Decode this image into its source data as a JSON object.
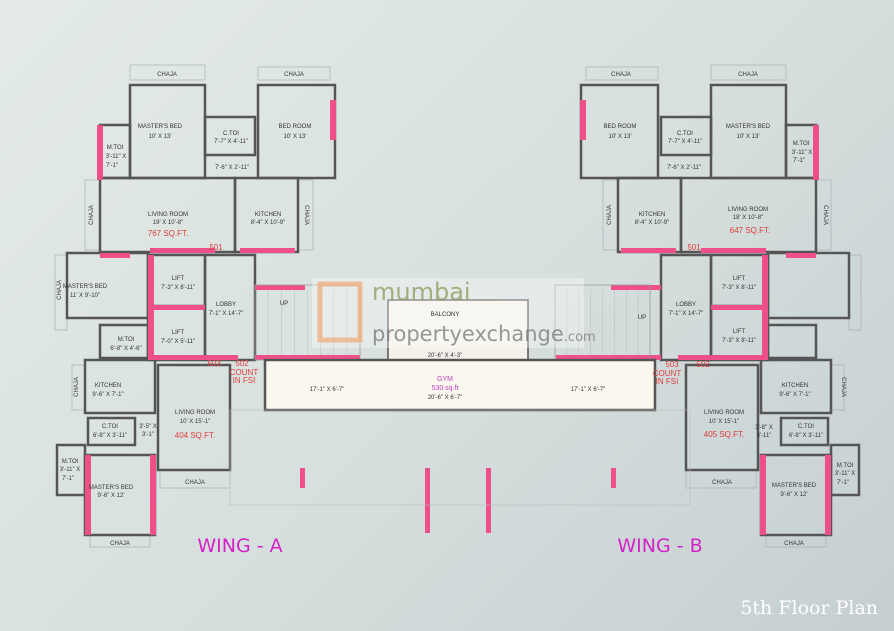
{
  "title": "5th Floor Plan",
  "watermark": {
    "line1": "mumbai",
    "line2": "propertyexchange",
    "suffix": ".com"
  },
  "colors": {
    "wall": "#555555",
    "highlight_wall": "#f0508a",
    "wing_label": "#d422c8",
    "area_label": "#e03b3b",
    "gym_fill": "#fbf8ef"
  },
  "wing_a": {
    "label": "WING - A",
    "chaja": "CHAJA",
    "rooms": [
      {
        "name": "MASTER'S BED",
        "size": "10' X 13'"
      },
      {
        "name": "M.TOI",
        "size1": "3'-11\" X",
        "size2": "7'-1\""
      },
      {
        "name": "C.TOI",
        "size": "7'-7\" X 4'-11\""
      },
      {
        "name": "",
        "size": "7'-6\" X 2'-11\""
      },
      {
        "name": "BED ROOM",
        "size": "10' X 13'"
      },
      {
        "name": "LIVING ROOM",
        "size": "19' X 10'-8\"",
        "area": "767 SQ.FT."
      },
      {
        "name": "KITCHEN",
        "size": "8'-4\" X 10'-9\""
      },
      {
        "name": "MASTER'S BED",
        "size": "11' X 9'-10\""
      },
      {
        "name": "LIFT",
        "size": "7'-3\" X 8'-11\""
      },
      {
        "name": "LIFT",
        "size": "7'-0\" X 5'-11\""
      },
      {
        "name": "LOBBY",
        "size": "7'-1\" X 14'-7\""
      },
      {
        "name": "M.TOI",
        "size": "6'-8\" X 4'-6\""
      },
      {
        "name": "KITCHEN",
        "size": "9'-6\" X 7'-1\""
      },
      {
        "name": "LIVING ROOM",
        "size": "10' X 15'-1\"",
        "area": "404 SQ.FT."
      },
      {
        "name": "C.TOI",
        "size": "6'-8\" X 3'-11\""
      },
      {
        "name": "",
        "size1": "3'-5\" X",
        "size2": "3'-1\""
      },
      {
        "name": "M.TOI",
        "size1": "3'-11\" X",
        "size2": "7'-1\""
      },
      {
        "name": "MASTER'S BED",
        "size": "9'-6\" X 12'"
      }
    ],
    "units": {
      "u501": "501",
      "u503": "503",
      "u502": "502",
      "fsi1": "COUNT",
      "fsi2": "IN FSI"
    }
  },
  "center": {
    "up": "UP",
    "balcony": "BALCONY",
    "balcony_size": "20'-6\" X 4'-3\"",
    "gym": "GYM",
    "gym_area": "530 sq.ft",
    "gym_size": "20'-6\" X 6'-7\"",
    "side_size": "17'-1\" X 6'-7\""
  },
  "wing_b": {
    "label": "WING - B",
    "chaja": "CHAJA",
    "rooms": [
      {
        "name": "MASTER'S BED",
        "size": "10' X 13'"
      },
      {
        "name": "M.TOI",
        "size1": "3'-11\" X",
        "size2": "7'-1\""
      },
      {
        "name": "C.TOI",
        "size": "7'-7\" X 4'-11\""
      },
      {
        "name": "",
        "size": "7'-6\" X 2'-11\""
      },
      {
        "name": "BED ROOM",
        "size": "10' X 13'"
      },
      {
        "name": "LIVING ROOM",
        "size": "18' X 10'-8\"",
        "area": "647 SQ.FT."
      },
      {
        "name": "KITCHEN",
        "size": "8'-4\" X 10'-9\""
      },
      {
        "name": "LIFT",
        "size": "7'-3\" X 8'-11\""
      },
      {
        "name": "LIFT",
        "size": "7'-3\" X 8'-11\""
      },
      {
        "name": "LOBBY",
        "size": "7'-1\" X 14'-7\""
      },
      {
        "name": "KITCHEN",
        "size": "9'-6\" X 7'-1\""
      },
      {
        "name": "LIVING ROOM",
        "size": "10' X 15'-1\"",
        "area": "405 SQ.FT."
      },
      {
        "name": "C.TOI",
        "size": "6'-8\" X 3'-11\""
      },
      {
        "name": "",
        "size1": "3'-8\" X",
        "size2": "3'-11\""
      },
      {
        "name": "M.TOI",
        "size1": "3'-11\" X",
        "size2": "7'-1\""
      },
      {
        "name": "MASTER'S BED",
        "size": "9'-6\" X 12'"
      }
    ],
    "units": {
      "u501": "501",
      "u503": "503",
      "u502": "502",
      "fsi1": "COUNT",
      "fsi2": "IN FSI"
    }
  }
}
